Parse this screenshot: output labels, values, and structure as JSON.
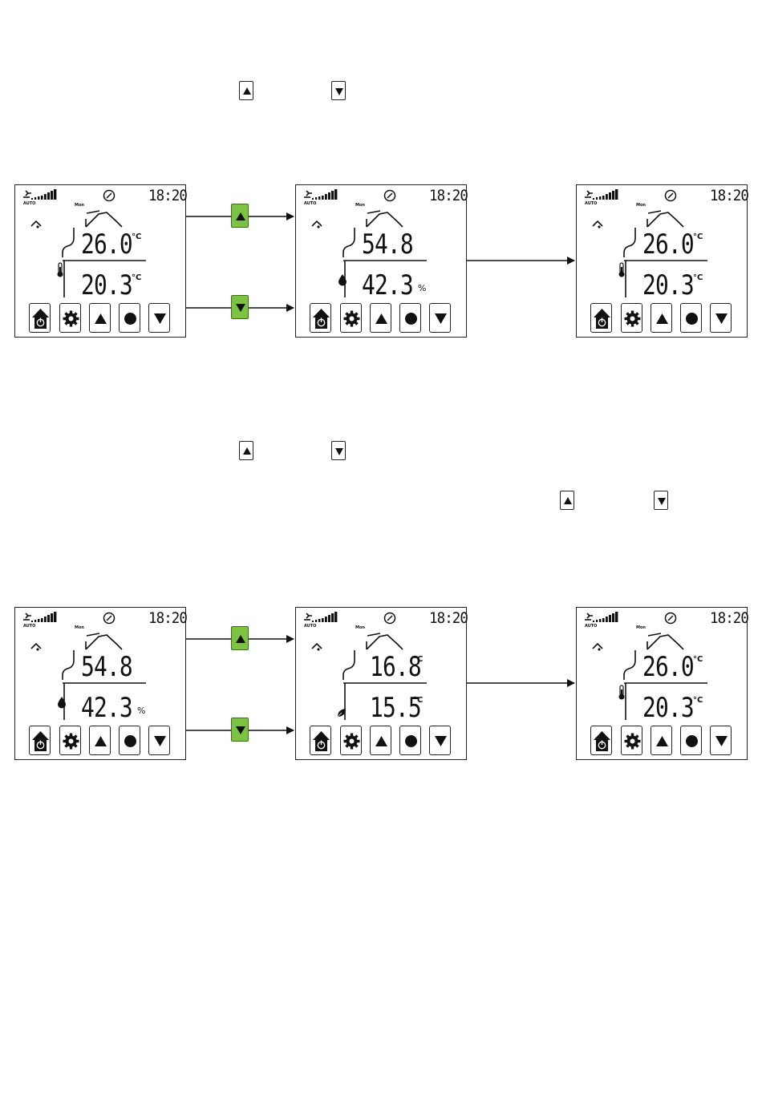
{
  "screens": [
    {
      "time": "18:20",
      "day": "Mon",
      "mode": "AUTO",
      "line1": "26.0",
      "unit1": "°C",
      "line2": "20.3",
      "unit2": "°C",
      "icon": "thermometer-icon"
    },
    {
      "time": "18:20",
      "day": "Mon",
      "mode": "AUTO",
      "line1": "54.8",
      "unit1": "",
      "line2": "42.3",
      "unit2": "%",
      "icon": "droplet-icon"
    },
    {
      "time": "18:20",
      "day": "Mon",
      "mode": "AUTO",
      "line1": "26.0",
      "unit1": "°C",
      "line2": "20.3",
      "unit2": "°C",
      "icon": "thermometer-icon"
    },
    {
      "time": "18:20",
      "day": "Mon",
      "mode": "AUTO",
      "line1": "54.8",
      "unit1": "",
      "line2": "42.3",
      "unit2": "%",
      "icon": "droplet-icon"
    },
    {
      "time": "18:20",
      "day": "Mon",
      "mode": "AUTO",
      "line1": "16.8",
      "unit1": "°C",
      "line2": "15.5",
      "unit2": "°C",
      "icon": "leaf-icon"
    },
    {
      "time": "18:20",
      "day": "Mon",
      "mode": "AUTO",
      "line1": "26.0",
      "unit1": "°C",
      "line2": "20.3",
      "unit2": "°C",
      "icon": "thermometer-icon"
    }
  ],
  "colors": {
    "highlight": "#7dc242",
    "ink": "#111111"
  }
}
